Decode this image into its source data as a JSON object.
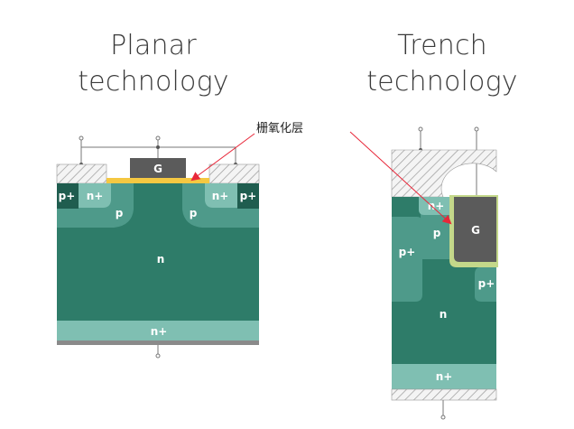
{
  "planar": {
    "title_line1": "Planar",
    "title_line2": "technology",
    "labels": {
      "p_plus_left": "p+",
      "n_plus_left": "n+",
      "p_left": "p",
      "gate": "G",
      "p_right": "p",
      "n_plus_right": "n+",
      "p_plus_right": "p+",
      "n_drift": "n",
      "n_plus_substrate": "n+"
    }
  },
  "trench": {
    "title_line1": "Trench",
    "title_line2": "technology",
    "labels": {
      "n_plus_source": "n+",
      "p_body": "p",
      "gate": "G",
      "p_plus_left": "p+",
      "p_plus_right": "p+",
      "n_drift": "n",
      "n_plus_substrate": "n+"
    }
  },
  "annotation": {
    "text": "栅氧化层"
  },
  "colors": {
    "drift": "#2e7c69",
    "p_region": "#4e9a8a",
    "n_plus_region": "#7fbfb2",
    "p_plus_region": "#1f5d4f",
    "gate": "#5b5b5b",
    "oxide": "#f5c842",
    "arrow": "#e8283a"
  }
}
